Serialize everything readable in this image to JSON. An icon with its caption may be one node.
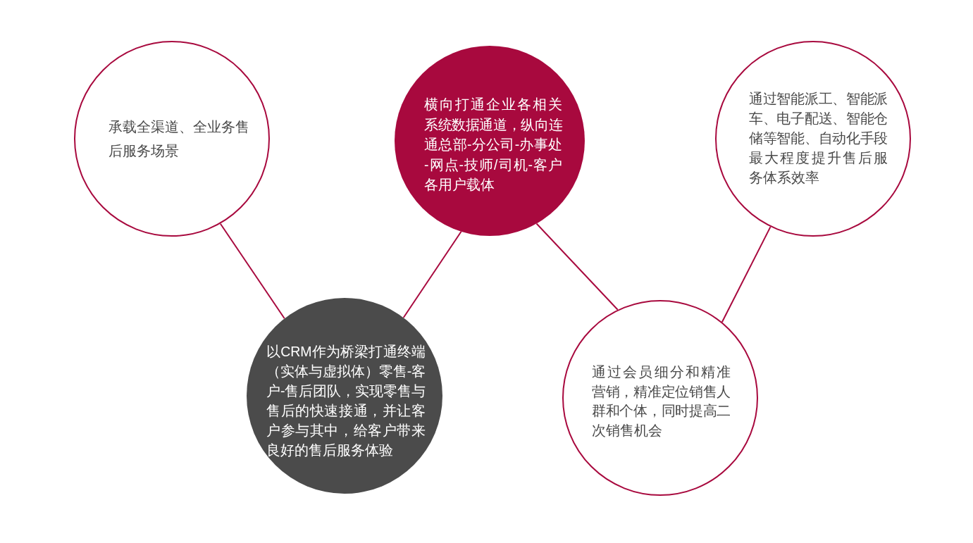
{
  "diagram": {
    "nodes": [
      {
        "text": [
          "承载全渠道、全业务售后服务场景"
        ]
      },
      {
        "text": [
          "横向打通企业各相关系统数据通道，纵向连通总部-分公司-办事处-网点-技师/司机-客户各用户载体"
        ]
      },
      {
        "text": [
          "通过智能派工、智能派车、电子配送、智能仓储等智能、自动化手段最大程度提升售后服务体系效率"
        ]
      },
      {
        "text": [
          "以CRM作为桥梁打通终端（实体与虚拟体）零售-客户-售后团队，实现零售与售后的快速接通，并让客户参与其中，给客户带来良好的售后服务体验"
        ]
      },
      {
        "text": [
          "通过会员细分和精准营销，精准定位销售人群和个体，同时提高二次销售机会"
        ]
      }
    ],
    "edges": [
      {
        "from": 0,
        "to": 3,
        "arrow": "none"
      },
      {
        "from": 1,
        "to": 3,
        "arrow": "none"
      },
      {
        "from": 1,
        "to": 4,
        "arrow": "none"
      },
      {
        "from": 2,
        "to": 4,
        "arrow": "none"
      }
    ]
  }
}
